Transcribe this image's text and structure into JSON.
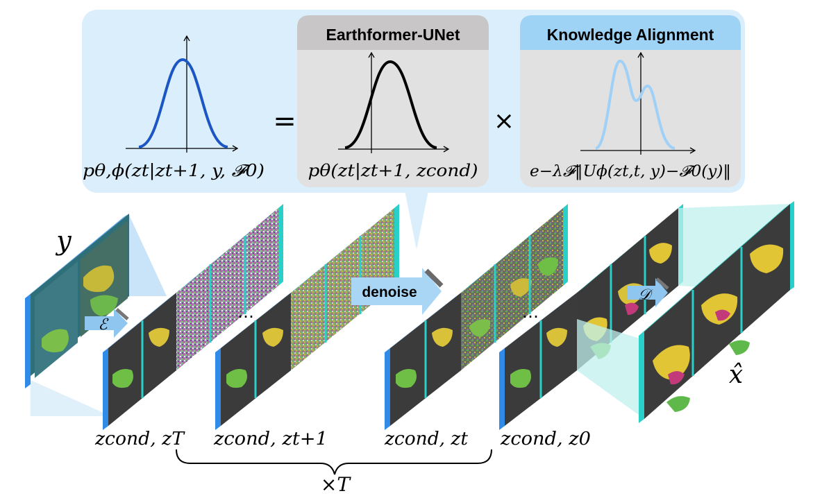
{
  "header": {
    "earthformer_title": "Earthformer-UNet",
    "knowledge_title": "Knowledge Alignment",
    "equals_sign": "=",
    "times_sign": "×"
  },
  "formulas": {
    "posterior": "pθ,ϕ(zt|zt+1, y, 𝓕0)",
    "prior": "pθ(zt|zt+1, zcond)",
    "alignment": "e−λ𝓕‖Uϕ(zt,t, y)−𝓕0(y)‖"
  },
  "labels": {
    "y": "y",
    "x_hat": "x̂",
    "encoder": "ℰ",
    "decoder": "𝒟",
    "denoise": "denoise",
    "ellipsis": "…",
    "repeat": "×T",
    "states": [
      "zcond, zT",
      "zcond, zt+1",
      "zcond, zt",
      "zcond, z0"
    ]
  },
  "colors": {
    "panel": "#dbeefb",
    "panel_gray": "#e1e1e1",
    "header_gray": "#c8c6c6",
    "header_blue": "#9fd3f6",
    "frame_blue": "#3a8fe8",
    "frame_cyan": "#29cfc9",
    "curve_dark_blue": "#1b56c4",
    "curve_black": "#000000",
    "curve_light_blue": "#9fd0f7"
  }
}
